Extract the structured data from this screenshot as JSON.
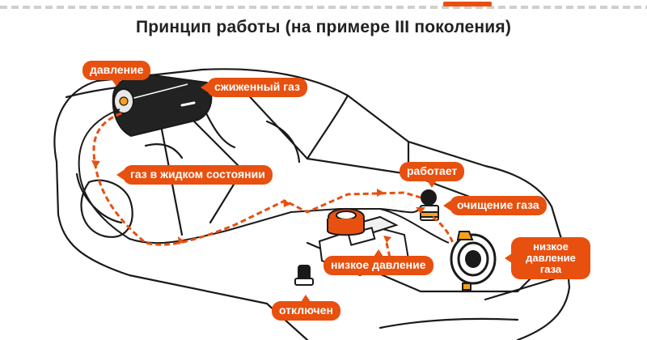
{
  "title": "Принцип работы (на примере III поколения)",
  "colors": {
    "accent": "#e8500f",
    "line": "#1a1a1a",
    "tank": "#222222",
    "fill": "#ffffff"
  },
  "labels": {
    "pressure": "давление",
    "liquefied_gas": "сжиженный газ",
    "liquid_gas": "газ в жидком состоянии",
    "working": "работает",
    "gas_cleaning": "очищение газа",
    "low_pressure": "низкое давление",
    "low_pressure_gas": "низкое давление газа",
    "switched_off": "отключен"
  }
}
